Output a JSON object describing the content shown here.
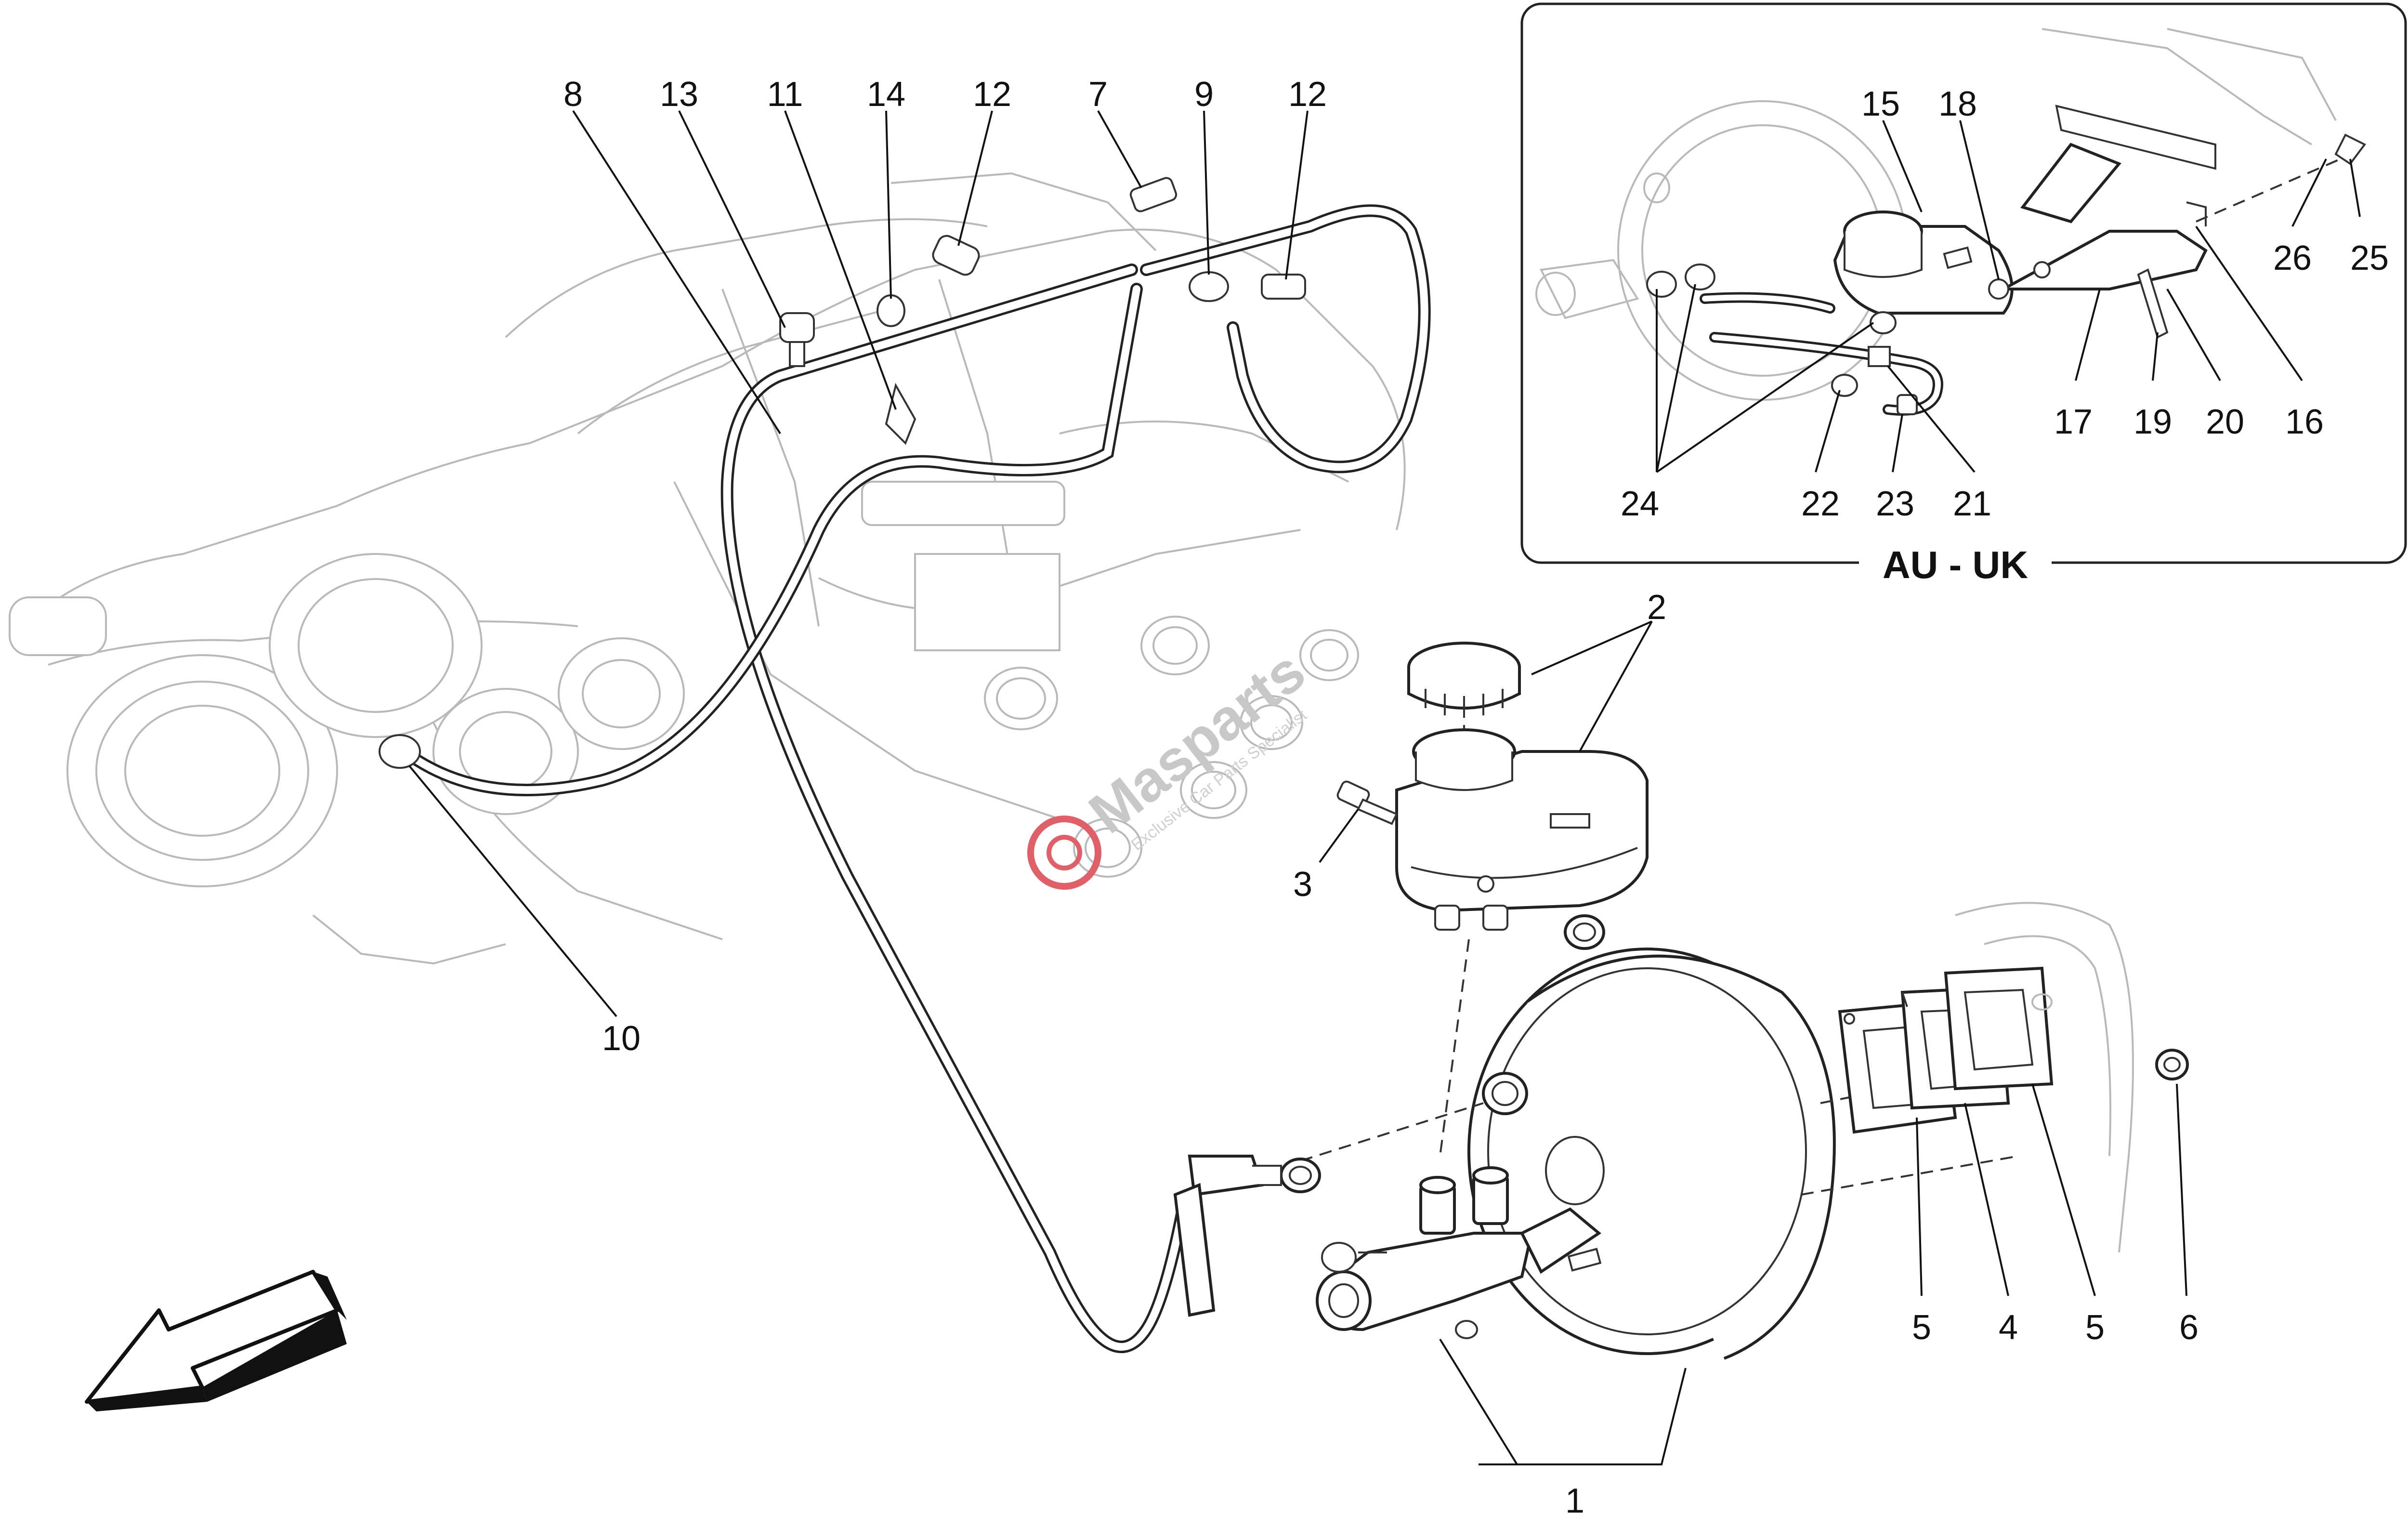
{
  "inset": {
    "title": "AU - UK"
  },
  "watermark": {
    "brand": "Masparts",
    "tagline": "Exclusive Car Parts Specialist",
    "accent": "#e0606a"
  },
  "callouts": {
    "c8": "8",
    "c13": "13",
    "c11": "11",
    "c14": "14",
    "c12a": "12",
    "c7": "7",
    "c9": "9",
    "c12b": "12",
    "c10": "10",
    "c2": "2",
    "c3": "3",
    "c1": "1",
    "c5a": "5",
    "c4": "4",
    "c5b": "5",
    "c6": "6",
    "c15": "15",
    "c18": "18",
    "c26": "26",
    "c25": "25",
    "c17": "17",
    "c19": "19",
    "c20": "20",
    "c16": "16",
    "c24": "24",
    "c22": "22",
    "c23": "23",
    "c21": "21"
  },
  "direction_arrow": {
    "icon": "direction-arrow-icon"
  }
}
